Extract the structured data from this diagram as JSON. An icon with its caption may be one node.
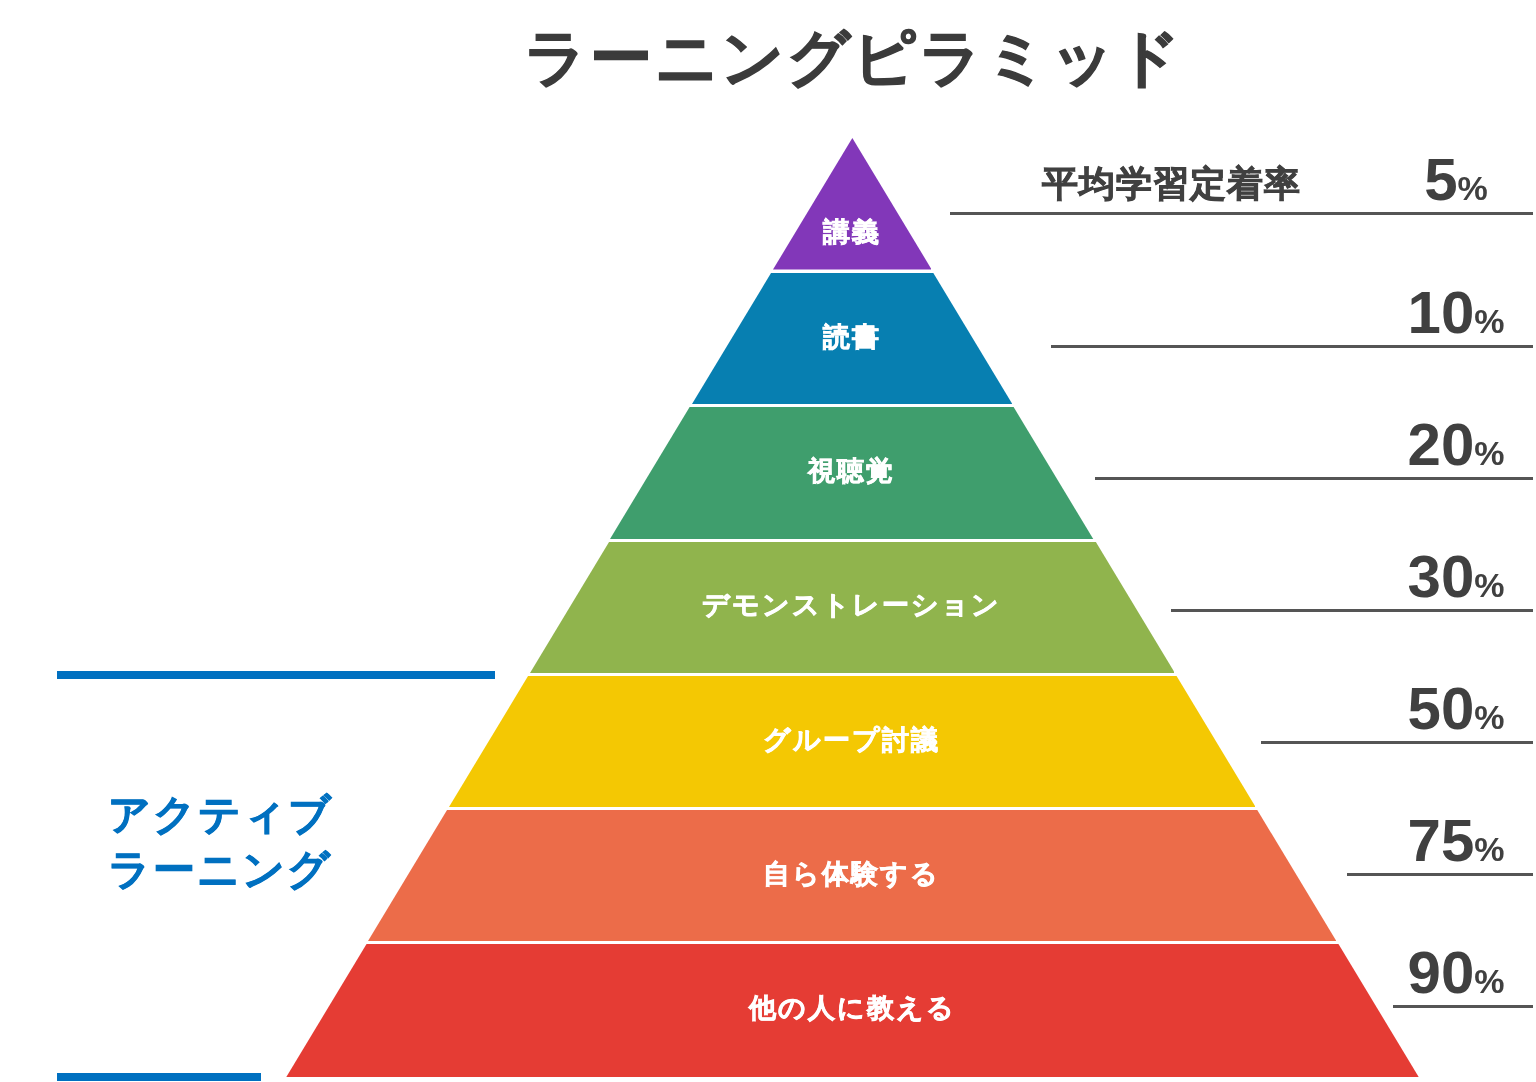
{
  "diagram": {
    "title": "ラーニングピラミッド",
    "nodes": [
      {
        "text": [
          "講義"
        ]
      },
      {
        "text": [
          "読書"
        ]
      },
      {
        "text": [
          "視聴覚"
        ]
      },
      {
        "text": [
          "デモンストレーション"
        ]
      },
      {
        "text": [
          "グループ討議"
        ]
      },
      {
        "text": [
          "自ら体験する"
        ]
      },
      {
        "text": [
          "他の人に教える"
        ]
      }
    ],
    "labels": [
      "平均学習定着率",
      "5%",
      "10%",
      "20%",
      "30%",
      "50%",
      "アクティブラーニング",
      "75%",
      "90%"
    ]
  }
}
